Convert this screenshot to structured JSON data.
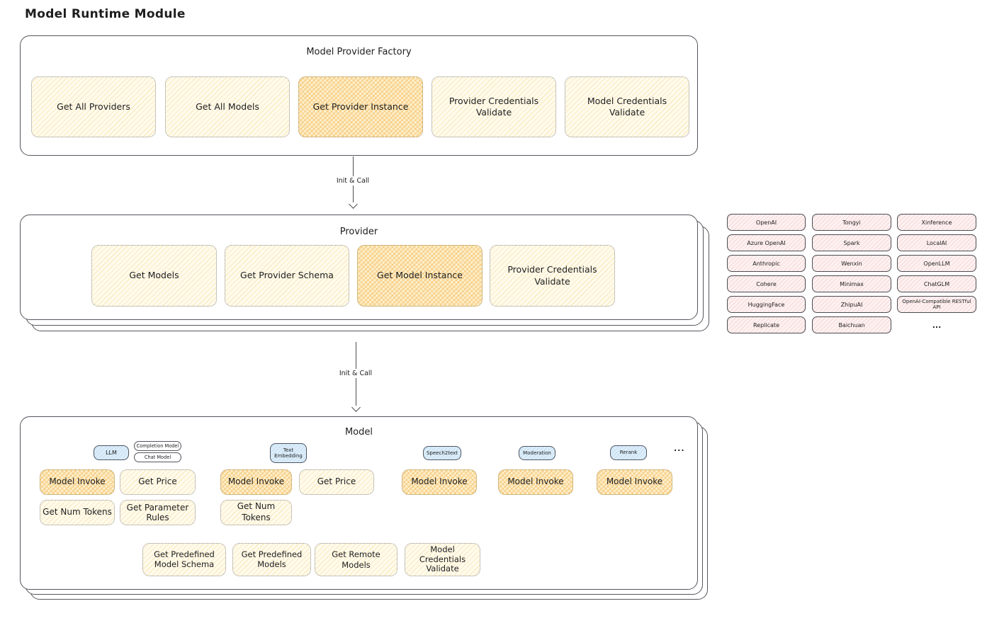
{
  "colors": {
    "highlight_orange": "#f5a623",
    "yellow_fill": "#fffbec",
    "pink_fill": "#fdf1f1",
    "blue_tag_fill": "#dcedf9",
    "ink": "#1e1e1e"
  },
  "page_title": "Model Runtime Module",
  "factory": {
    "title": "Model Provider Factory",
    "items": [
      {
        "label": "Get All Providers",
        "highlighted": false
      },
      {
        "label": "Get All Models",
        "highlighted": false
      },
      {
        "label": "Get Provider Instance",
        "highlighted": true
      },
      {
        "label": "Provider Credentials Validate",
        "highlighted": false
      },
      {
        "label": "Model Credentials Validate",
        "highlighted": false
      }
    ]
  },
  "arrow_top": {
    "label": "Init & Call"
  },
  "arrow_bottom": {
    "label": "Init & Call"
  },
  "provider": {
    "title": "Provider",
    "items": [
      {
        "label": "Get Models",
        "highlighted": false
      },
      {
        "label": "Get Provider Schema",
        "highlighted": false
      },
      {
        "label": "Get Model Instance",
        "highlighted": true
      },
      {
        "label": "Provider Credentials Validate",
        "highlighted": false
      }
    ]
  },
  "providers_grid": {
    "columns": [
      {
        "items": [
          "OpenAI",
          "Azure OpenAI",
          "Anthropic",
          "Cohere",
          "HuggingFace",
          "Replicate"
        ]
      },
      {
        "items": [
          "Tongyi",
          "Spark",
          "Wenxin",
          "Minimax",
          "ZhipuAI",
          "Baichuan"
        ]
      },
      {
        "items": [
          "Xinference",
          "LocalAI",
          "OpenLLM",
          "ChatGLM",
          "OpenAI-Compatible RESTful API"
        ]
      }
    ],
    "more": "..."
  },
  "model": {
    "title": "Model",
    "tags": {
      "llm": "LLM",
      "completion_model": "Completion Model",
      "chat_model": "Chat Model",
      "text_embedding": "Text Embedding",
      "speech2text": "Speech2text",
      "moderation": "Moderation",
      "rerank": "Rerank",
      "more": "..."
    },
    "ops": {
      "model_invoke": "Model Invoke",
      "get_price": "Get Price",
      "get_num_tokens": "Get Num Tokens",
      "get_parameter_rules": "Get Parameter Rules",
      "get_predefined_model_schema": "Get Predefined Model Schema",
      "get_predefined_models": "Get Predefined Models",
      "get_remote_models": "Get Remote Models",
      "model_credentials_validate": "Model Credentials Validate"
    }
  }
}
